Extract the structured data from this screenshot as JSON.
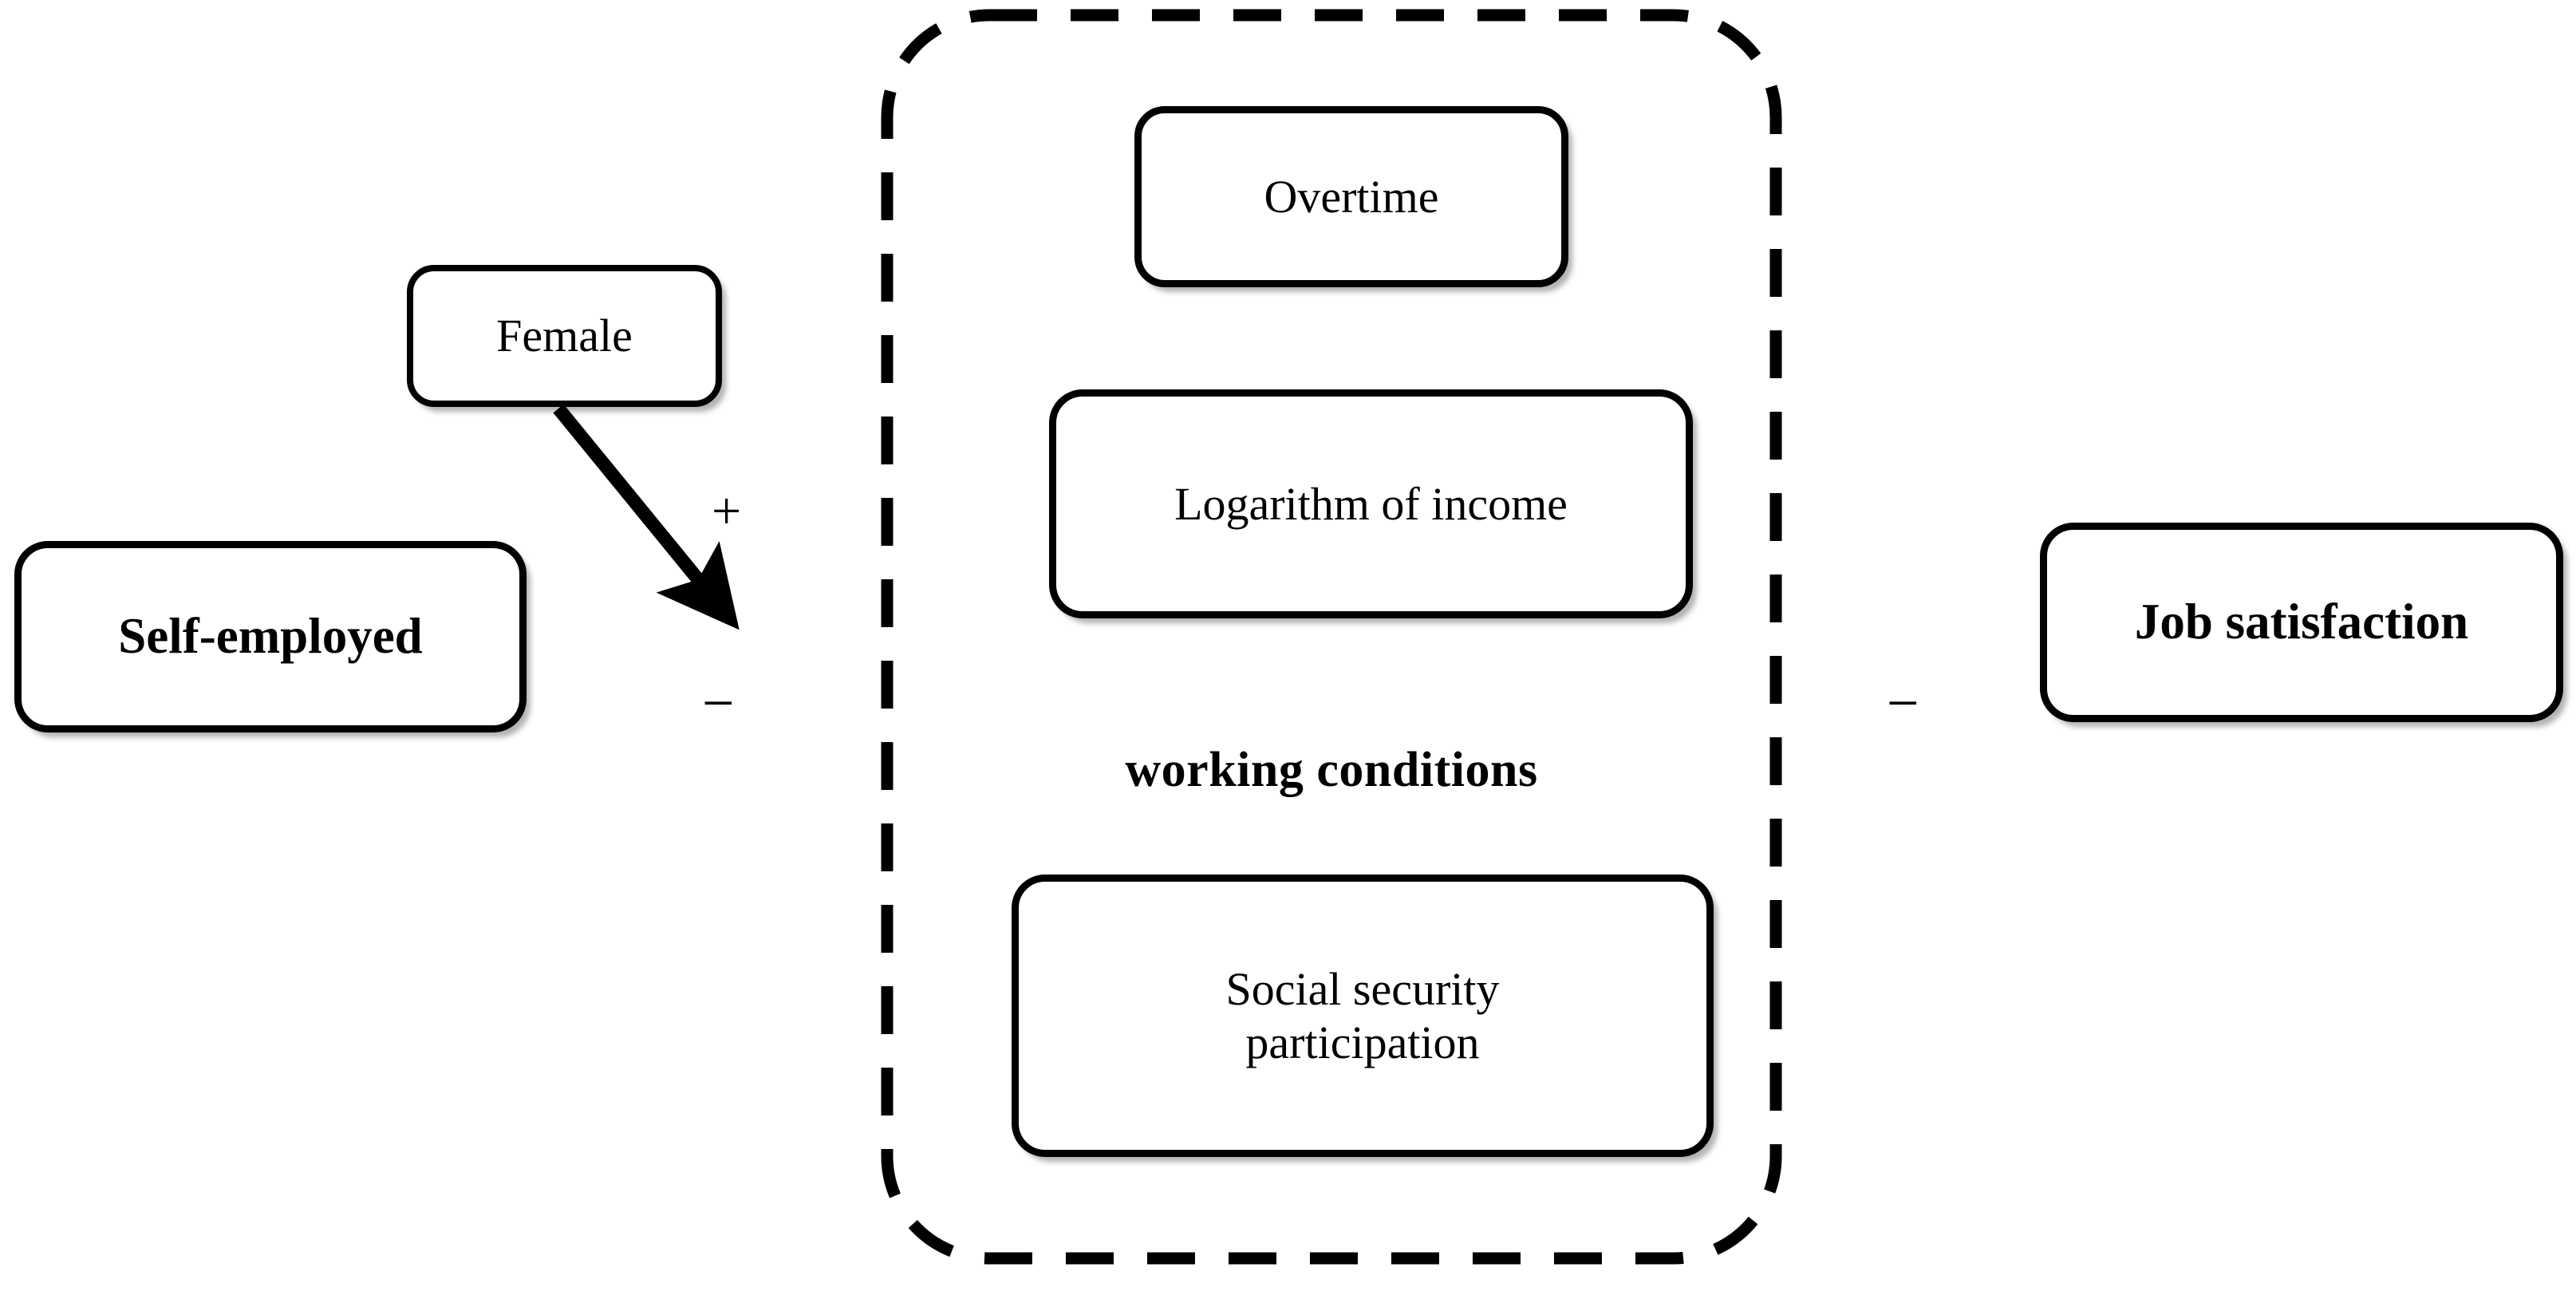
{
  "figure": {
    "type": "conceptual-model-diagram",
    "background_color": "#ffffff",
    "stroke_color": "#000000"
  },
  "nodes": {
    "self_employed": {
      "label": "Self-employed",
      "bold": true
    },
    "female": {
      "label": "Female",
      "bold": false
    },
    "overtime": {
      "label": "Overtime",
      "bold": false
    },
    "logarithm_of_income": {
      "label": "Logarithm of income",
      "bold": false
    },
    "social_security_participation": {
      "label": "Social security\nparticipation",
      "bold": false
    },
    "job_satisfaction": {
      "label": "Job satisfaction",
      "bold": true
    }
  },
  "group": {
    "label": "working conditions",
    "bold": true,
    "border_style": "dashed",
    "members": [
      "Overtime",
      "Logarithm of income",
      "Social security participation"
    ]
  },
  "edges": [
    {
      "id": "self-employed-to-working-conditions",
      "from": "Self-employed",
      "to": "working conditions",
      "sign": "−",
      "style": "solid-thick-arrow"
    },
    {
      "id": "female-moderates-self-employed-path",
      "from": "Female",
      "to": "self-employed-to-working-conditions",
      "sign": "+",
      "style": "solid-diagonal-arrow"
    },
    {
      "id": "working-conditions-to-job-satisfaction",
      "from": "working conditions",
      "to": "Job satisfaction",
      "sign": "−",
      "style": "solid-thick-arrow"
    }
  ],
  "signs": {
    "moderation_plus": "+",
    "main_effect_minus": "−",
    "outcome_minus": "−"
  }
}
